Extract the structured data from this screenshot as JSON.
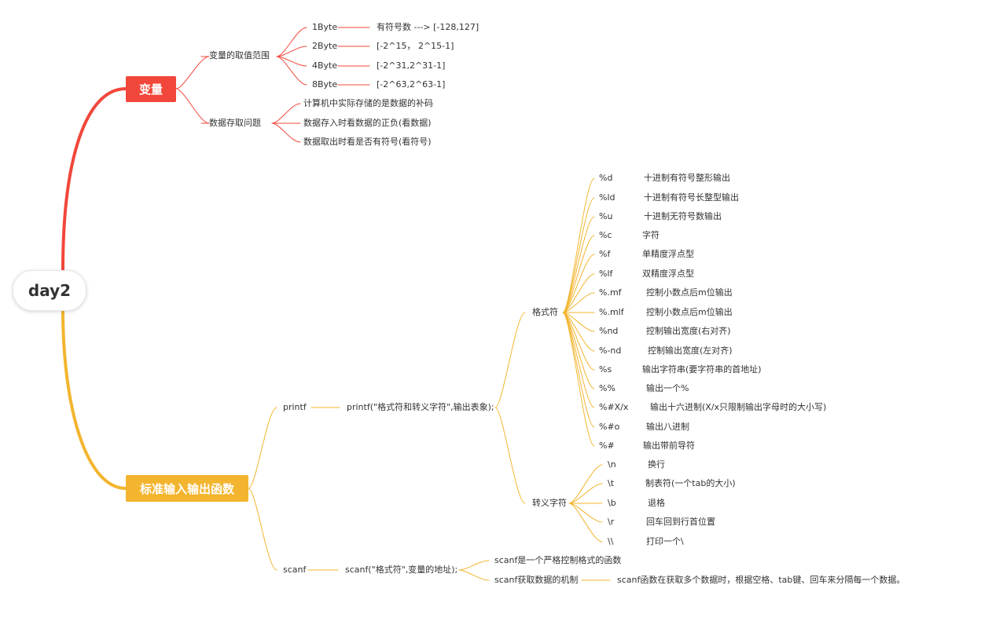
{
  "root": "day2",
  "colors": {
    "red": "#f1473a",
    "yellow": "#f3b52f"
  },
  "branch1": {
    "title": "变量",
    "range": {
      "label": "变量的取值范围",
      "items": [
        {
          "k": "1Byte",
          "v": "有符号数 ---> [-128,127]"
        },
        {
          "k": "2Byte",
          "v": "[-2^15， 2^15-1]"
        },
        {
          "k": "4Byte",
          "v": "[-2^31,2^31-1]"
        },
        {
          "k": "8Byte",
          "v": "[-2^63,2^63-1]"
        }
      ]
    },
    "storage": {
      "label": "数据存取问题",
      "items": [
        "计算机中实际存储的是数据的补码",
        "数据存入时看数据的正负(看数据)",
        "数据取出时看是否有符号(看符号)"
      ]
    }
  },
  "branch2": {
    "title": "标准输入输出函数",
    "printf": {
      "label": "printf",
      "syntax": "printf(\"格式符和转义字符\",输出表象);",
      "format": {
        "label": "格式符",
        "items": [
          {
            "k": "%d",
            "v": "十进制有符号整形输出"
          },
          {
            "k": "%ld",
            "v": "十进制有符号长整型输出"
          },
          {
            "k": "%u",
            "v": "十进制无符号数输出"
          },
          {
            "k": "%c",
            "v": "字符"
          },
          {
            "k": "%f",
            "v": "单精度浮点型"
          },
          {
            "k": "%lf",
            "v": "双精度浮点型"
          },
          {
            "k": "%.mf",
            "v": "控制小数点后m位输出"
          },
          {
            "k": "%.mlf",
            "v": "控制小数点后m位输出"
          },
          {
            "k": "%nd",
            "v": "控制输出宽度(右对齐)"
          },
          {
            "k": "%-nd",
            "v": "控制输出宽度(左对齐)"
          },
          {
            "k": "%s",
            "v": "输出字符串(要字符串的首地址)"
          },
          {
            "k": "%%",
            "v": "输出一个%"
          },
          {
            "k": "%#X/x",
            "v": "输出十六进制(X/x只限制输出字母时的大小写)"
          },
          {
            "k": "%#o",
            "v": "输出八进制"
          },
          {
            "k": "%#",
            "v": "输出带前导符"
          }
        ]
      },
      "escape": {
        "label": "转义字符",
        "items": [
          {
            "k": "\\n",
            "v": "换行"
          },
          {
            "k": "\\t",
            "v": "制表符(一个tab的大小)"
          },
          {
            "k": "\\b",
            "v": "退格"
          },
          {
            "k": "\\r",
            "v": "回车回到行首位置"
          },
          {
            "k": "\\\\",
            "v": "打印一个\\"
          }
        ]
      }
    },
    "scanf": {
      "label": "scanf",
      "syntax": "scanf(\"格式符\",变量的地址);",
      "items": [
        {
          "k": "scanf是一个严格控制格式的函数",
          "v": ""
        },
        {
          "k": "scanf获取数据的机制",
          "v": "scanf函数在获取多个数据时，根据空格、tab键、回车来分隔每一个数据。"
        }
      ]
    }
  }
}
